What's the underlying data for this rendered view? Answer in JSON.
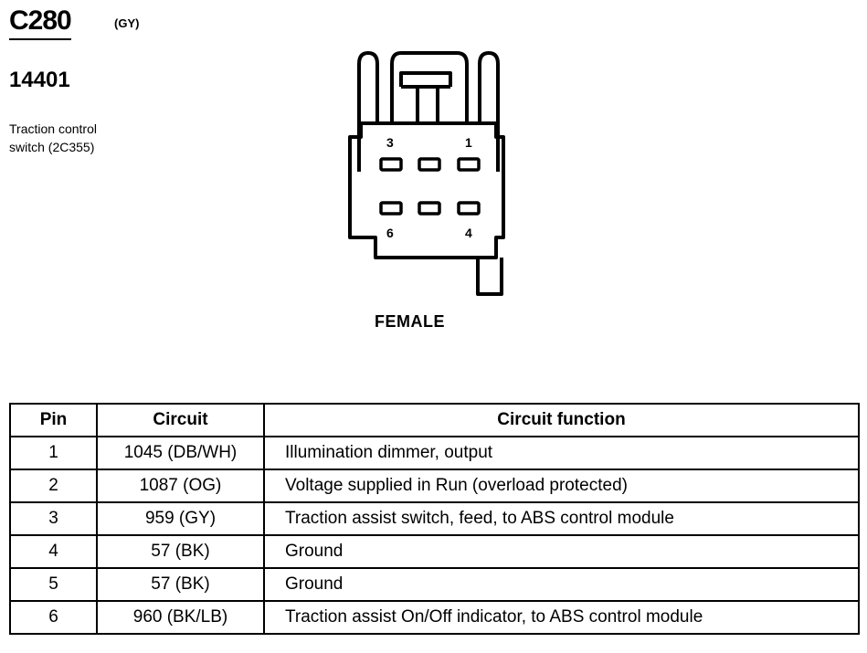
{
  "header": {
    "connector_id": "C280",
    "connector_color": "(GY)",
    "part_number": "14401",
    "component_line1": "Traction control",
    "component_line2": "switch (2C355)"
  },
  "connector_view": {
    "gender_label": "FEMALE",
    "pin_labels": [
      "3",
      "1",
      "6",
      "4"
    ]
  },
  "pin_table": {
    "headers": [
      "Pin",
      "Circuit",
      "Circuit function"
    ],
    "rows": [
      {
        "pin": "1",
        "circuit": "1045 (DB/WH)",
        "function": "Illumination dimmer, output"
      },
      {
        "pin": "2",
        "circuit": "1087 (OG)",
        "function": "Voltage supplied in Run (overload protected)"
      },
      {
        "pin": "3",
        "circuit": "959 (GY)",
        "function": "Traction assist switch, feed, to ABS control module"
      },
      {
        "pin": "4",
        "circuit": "57 (BK)",
        "function": "Ground"
      },
      {
        "pin": "5",
        "circuit": "57 (BK)",
        "function": "Ground"
      },
      {
        "pin": "6",
        "circuit": "960 (BK/LB)",
        "function": "Traction assist On/Off indicator, to ABS control module"
      }
    ]
  }
}
